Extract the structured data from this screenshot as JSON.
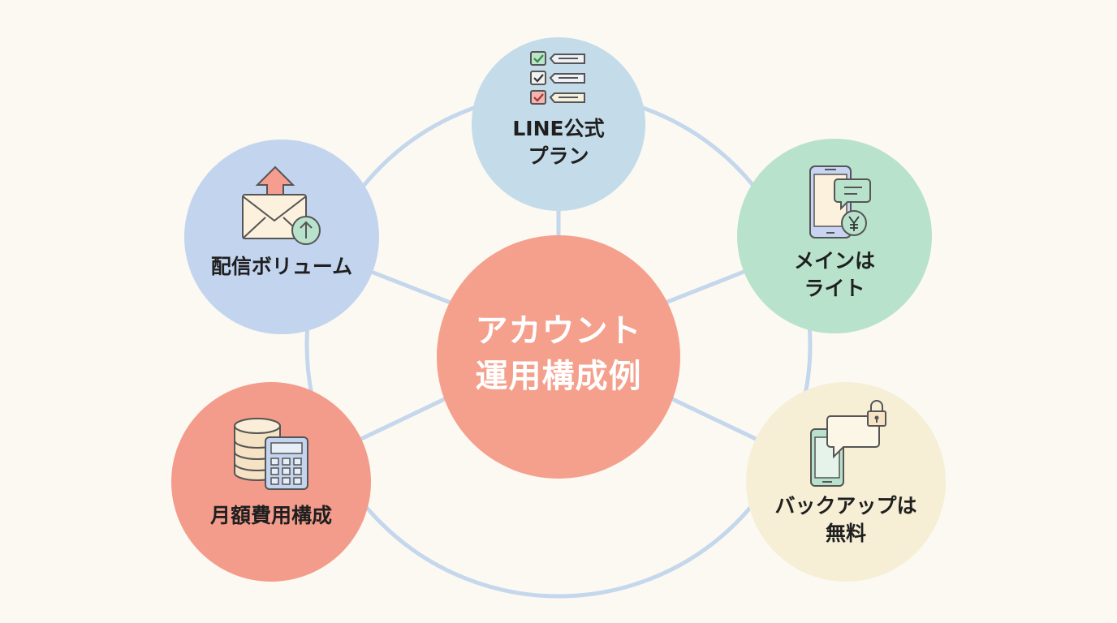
{
  "center": {
    "line1": "アカウント",
    "line2": "運用構成例"
  },
  "nodes": {
    "top": {
      "line1": "LINE公式",
      "line2": "プラン",
      "icon": "checklist-icon"
    },
    "left": {
      "line1": "配信ボリューム",
      "icon": "envelope-upload-icon"
    },
    "right": {
      "line1": "メインは",
      "line2": "ライト",
      "icon": "phone-chat-yen-icon"
    },
    "bottom_left": {
      "line1": "月額費用構成",
      "icon": "coins-calculator-icon"
    },
    "bottom_right": {
      "line1": "バックアップは",
      "line2": "無料",
      "icon": "phone-chat-lock-icon"
    }
  },
  "colors": {
    "background": "#fbf9f1",
    "center": "#f5a08c",
    "top": "#c4dbea",
    "left": "#c3d4ef",
    "right": "#b8e2cc",
    "bottom_left": "#f39c8c",
    "bottom_right": "#f6efd6",
    "connector": "#c5d7ec"
  }
}
